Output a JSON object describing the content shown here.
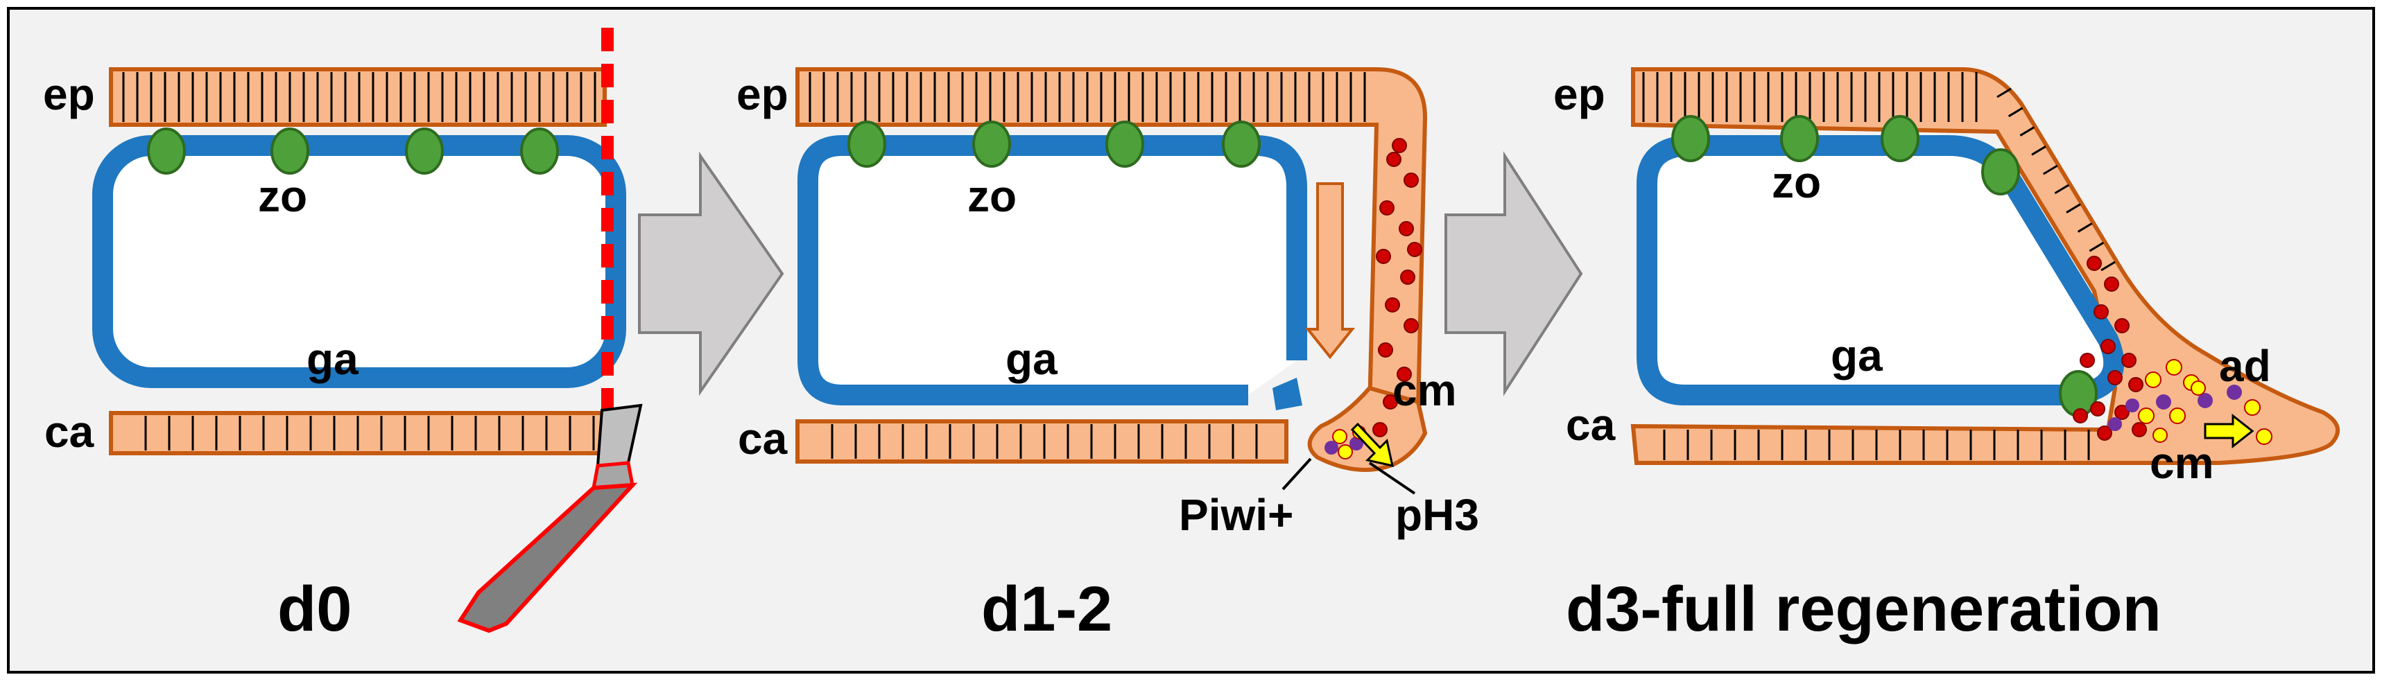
{
  "colors": {
    "background": "#f2f2f2",
    "frame": "#000000",
    "tissue_fill": "#f8b88b",
    "tissue_stroke": "#c55a11",
    "gut_blue": "#1f78c1",
    "zooid_green": "#4ea13a",
    "cut_line": "#ff0000",
    "arrow_gray": "#d0cece",
    "red_cell": "#d00000",
    "yellow_cell": "#ffff00",
    "purple_cell": "#7030a0",
    "scalpel_handle": "#808080"
  },
  "panels": [
    {
      "stage": "d0",
      "labels": {
        "ep": "ep",
        "zo": "zo",
        "ga": "ga",
        "ca": "ca"
      }
    },
    {
      "stage": "d1-2",
      "labels": {
        "ep": "ep",
        "zo": "zo",
        "ga": "ga",
        "ca": "ca",
        "cm": "cm",
        "piwi": "Piwi+",
        "ph3": "pH3"
      }
    },
    {
      "stage": "d3-full regeneration",
      "labels": {
        "ep": "ep",
        "zo": "zo",
        "ga": "ga",
        "ca": "ca",
        "cm": "cm",
        "ad": "ad"
      }
    }
  ],
  "icons": [
    "scalpel-icon",
    "cut-line",
    "process-arrow-icon"
  ]
}
